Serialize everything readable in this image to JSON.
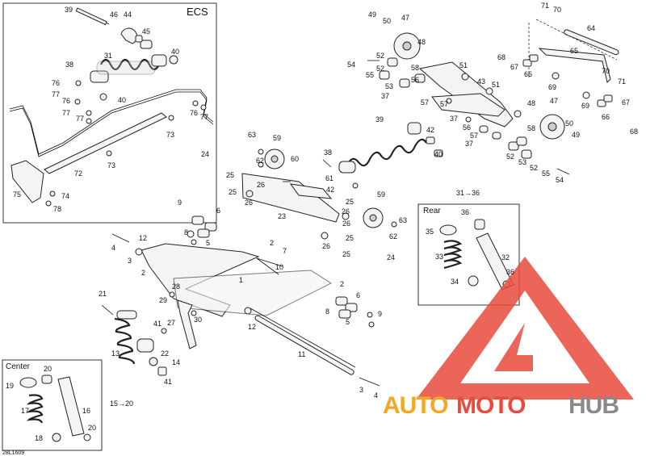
{
  "diagram": {
    "doc_id": "28L1609",
    "boxes": {
      "ecs": "ECS",
      "rear": "Rear",
      "center": "Center"
    },
    "watermark": {
      "part1": "AUTO",
      "part2": "MOTO",
      "part3": "HUB",
      "color_orange": "#f5a623",
      "color_red": "#e84a3c",
      "color_gray": "#8a8a8a"
    },
    "callouts": [
      {
        "id": "c39a",
        "text": "39"
      },
      {
        "id": "c46",
        "text": "46"
      },
      {
        "id": "c44",
        "text": "44"
      },
      {
        "id": "c45",
        "text": "45"
      },
      {
        "id": "c31",
        "text": "31"
      },
      {
        "id": "c40a",
        "text": "40"
      },
      {
        "id": "c38a",
        "text": "38"
      },
      {
        "id": "c76a",
        "text": "76"
      },
      {
        "id": "c77a",
        "text": "77"
      },
      {
        "id": "c76b",
        "text": "76"
      },
      {
        "id": "c40b",
        "text": "40"
      },
      {
        "id": "c77b",
        "text": "77"
      },
      {
        "id": "c77c",
        "text": "77"
      },
      {
        "id": "c76c",
        "text": "76"
      },
      {
        "id": "c77d",
        "text": "77"
      },
      {
        "id": "c73a",
        "text": "73"
      },
      {
        "id": "c73b",
        "text": "73"
      },
      {
        "id": "c72",
        "text": "72"
      },
      {
        "id": "c75",
        "text": "75"
      },
      {
        "id": "c74",
        "text": "74"
      },
      {
        "id": "c78",
        "text": "78"
      },
      {
        "id": "c49",
        "text": "49"
      },
      {
        "id": "c50a",
        "text": "50"
      },
      {
        "id": "c47a",
        "text": "47"
      },
      {
        "id": "c48a",
        "text": "48"
      },
      {
        "id": "c54a",
        "text": "54"
      },
      {
        "id": "c52a",
        "text": "52"
      },
      {
        "id": "c55a",
        "text": "55"
      },
      {
        "id": "c52b",
        "text": "52"
      },
      {
        "id": "c53a",
        "text": "53"
      },
      {
        "id": "c58a",
        "text": "58"
      },
      {
        "id": "c56a",
        "text": "56"
      },
      {
        "id": "c37a",
        "text": "37"
      },
      {
        "id": "c51a",
        "text": "51"
      },
      {
        "id": "c43",
        "text": "43"
      },
      {
        "id": "c51b",
        "text": "51"
      },
      {
        "id": "c57a",
        "text": "57"
      },
      {
        "id": "c57b",
        "text": "57"
      },
      {
        "id": "c37b",
        "text": "37"
      },
      {
        "id": "c56b",
        "text": "56"
      },
      {
        "id": "c57c",
        "text": "57"
      },
      {
        "id": "c37c",
        "text": "37"
      },
      {
        "id": "c48b",
        "text": "48"
      },
      {
        "id": "c58b",
        "text": "58"
      },
      {
        "id": "c47b",
        "text": "47"
      },
      {
        "id": "c50b",
        "text": "50"
      },
      {
        "id": "c49b",
        "text": "49"
      },
      {
        "id": "c52c",
        "text": "52"
      },
      {
        "id": "c53b",
        "text": "53"
      },
      {
        "id": "c52d",
        "text": "52"
      },
      {
        "id": "c55b",
        "text": "55"
      },
      {
        "id": "c54b",
        "text": "54"
      },
      {
        "id": "c71a",
        "text": "71"
      },
      {
        "id": "c70a",
        "text": "70"
      },
      {
        "id": "c64",
        "text": "64"
      },
      {
        "id": "c68a",
        "text": "68"
      },
      {
        "id": "c67a",
        "text": "67"
      },
      {
        "id": "c65",
        "text": "65"
      },
      {
        "id": "c66a",
        "text": "66"
      },
      {
        "id": "c69a",
        "text": "69"
      },
      {
        "id": "c70b",
        "text": "70"
      },
      {
        "id": "c71b",
        "text": "71"
      },
      {
        "id": "c69b",
        "text": "69"
      },
      {
        "id": "c67b",
        "text": "67"
      },
      {
        "id": "c66b",
        "text": "66"
      },
      {
        "id": "c68b",
        "text": "68"
      },
      {
        "id": "c39b",
        "text": "39"
      },
      {
        "id": "c42a",
        "text": "42"
      },
      {
        "id": "c63a",
        "text": "63"
      },
      {
        "id": "c59a",
        "text": "59"
      },
      {
        "id": "c62a",
        "text": "62"
      },
      {
        "id": "c60",
        "text": "60"
      },
      {
        "id": "c38b",
        "text": "38"
      },
      {
        "id": "c24a",
        "text": "24"
      },
      {
        "id": "c25a",
        "text": "25"
      },
      {
        "id": "c25b",
        "text": "25"
      },
      {
        "id": "c26a",
        "text": "26"
      },
      {
        "id": "c61",
        "text": "61"
      },
      {
        "id": "c42b",
        "text": "42"
      },
      {
        "id": "c25c",
        "text": "25"
      },
      {
        "id": "c26b",
        "text": "26"
      },
      {
        "id": "c23",
        "text": "23"
      },
      {
        "id": "c40c",
        "text": "40"
      },
      {
        "id": "c3136",
        "text": "31→36"
      },
      {
        "id": "c59b",
        "text": "59"
      },
      {
        "id": "c26c",
        "text": "26"
      },
      {
        "id": "c63b",
        "text": "63"
      },
      {
        "id": "c26d",
        "text": "26"
      },
      {
        "id": "c25d",
        "text": "25"
      },
      {
        "id": "c62b",
        "text": "62"
      },
      {
        "id": "c26e",
        "text": "26"
      },
      {
        "id": "c25e",
        "text": "25"
      },
      {
        "id": "c24b",
        "text": "24"
      },
      {
        "id": "c36a",
        "text": "36"
      },
      {
        "id": "c35",
        "text": "35"
      },
      {
        "id": "c33",
        "text": "33"
      },
      {
        "id": "c32",
        "text": "32"
      },
      {
        "id": "c34",
        "text": "34"
      },
      {
        "id": "c36b",
        "text": "36"
      },
      {
        "id": "c9a",
        "text": "9"
      },
      {
        "id": "c6a",
        "text": "6"
      },
      {
        "id": "c8a",
        "text": "8"
      },
      {
        "id": "c5a",
        "text": "5"
      },
      {
        "id": "c12a",
        "text": "12"
      },
      {
        "id": "c4a",
        "text": "4"
      },
      {
        "id": "c3a",
        "text": "3"
      },
      {
        "id": "c2a",
        "text": "2"
      },
      {
        "id": "c2b",
        "text": "2"
      },
      {
        "id": "c7",
        "text": "7"
      },
      {
        "id": "c10",
        "text": "10"
      },
      {
        "id": "c1",
        "text": "1"
      },
      {
        "id": "c2c",
        "text": "2"
      },
      {
        "id": "c28",
        "text": "28"
      },
      {
        "id": "c29",
        "text": "29"
      },
      {
        "id": "c30",
        "text": "30"
      },
      {
        "id": "c27",
        "text": "27"
      },
      {
        "id": "c6b",
        "text": "6"
      },
      {
        "id": "c8b",
        "text": "8"
      },
      {
        "id": "c5b",
        "text": "5"
      },
      {
        "id": "c9b",
        "text": "9"
      },
      {
        "id": "c12b",
        "text": "12"
      },
      {
        "id": "c11",
        "text": "11"
      },
      {
        "id": "c21",
        "text": "21"
      },
      {
        "id": "c41a",
        "text": "41"
      },
      {
        "id": "c13",
        "text": "13"
      },
      {
        "id": "c22",
        "text": "22"
      },
      {
        "id": "c41b",
        "text": "41"
      },
      {
        "id": "c14",
        "text": "14"
      },
      {
        "id": "c3b",
        "text": "3"
      },
      {
        "id": "c4b",
        "text": "4"
      },
      {
        "id": "c20a",
        "text": "20"
      },
      {
        "id": "c19",
        "text": "19"
      },
      {
        "id": "c17",
        "text": "17"
      },
      {
        "id": "c16",
        "text": "16"
      },
      {
        "id": "c20b",
        "text": "20"
      },
      {
        "id": "c18",
        "text": "18"
      },
      {
        "id": "c1520",
        "text": "15→20"
      }
    ]
  }
}
